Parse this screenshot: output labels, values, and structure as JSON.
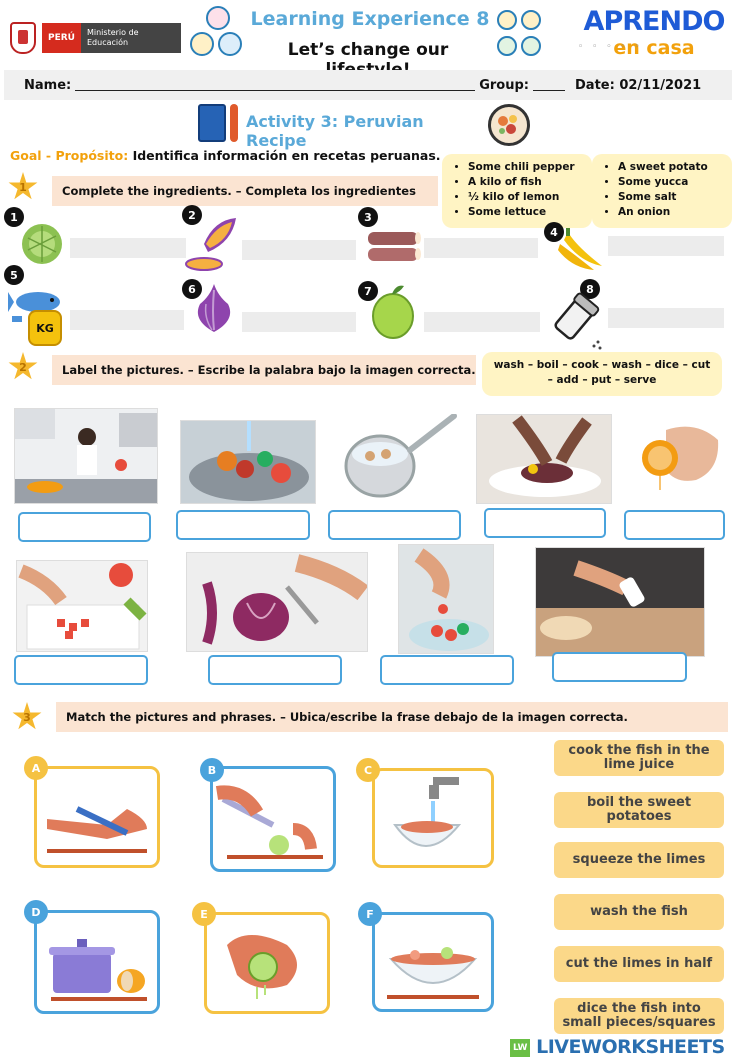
{
  "header": {
    "peru": "PERÚ",
    "ministry": "Ministerio de Educación",
    "title": "Learning Experience 8",
    "subtitle": "Let’s change our lifestyle!",
    "brand_top": "APRENDO",
    "brand_bottom": "en casa"
  },
  "namebar": {
    "name_label": "Name:",
    "group_label": "Group:",
    "date_label": "Date: 02/11/2021"
  },
  "activity": {
    "title": "Activity 3: Peruvian Recipe",
    "goal_en": "Goal -",
    "goal_es": "Propósito:",
    "goal_text": "Identifica información en recetas peruanas."
  },
  "section1": {
    "number": "1",
    "instruction": "Complete the ingredients. – Completa los ingredientes",
    "box_left": [
      "Some chili pepper",
      "A kilo of fish",
      "½ kilo of lemon",
      "Some lettuce"
    ],
    "box_right": [
      "A sweet potato",
      "Some yucca",
      "Some salt",
      "An onion"
    ],
    "numbers": [
      "1",
      "2",
      "3",
      "4",
      "5",
      "6",
      "7",
      "8"
    ],
    "kg": "KG"
  },
  "section2": {
    "number": "2",
    "instruction": "Label the pictures. – Escribe la palabra bajo la imagen correcta.",
    "words": "wash – boil – cook – wash – dice – cut – add – put – serve"
  },
  "section3": {
    "number": "3",
    "instruction": "Match the pictures and phrases. – Ubica/escribe la frase debajo de la imagen correcta.",
    "tags": [
      "A",
      "B",
      "C",
      "D",
      "E",
      "F"
    ],
    "phrases": [
      "cook the fish in the lime juice",
      "boil the sweet potatoes",
      "squeeze the limes",
      "wash the fish",
      "cut the limes in half",
      "dice the fish into small pieces/squares"
    ]
  },
  "footer": {
    "brand": "LIVEWORKSHEETS",
    "badge": "LW"
  },
  "colors": {
    "accent_blue": "#5aa9d8",
    "peach": "#fbe4d2",
    "yellow": "#fff4c4",
    "phrase": "#fbd889",
    "star": "#f5b82e"
  }
}
